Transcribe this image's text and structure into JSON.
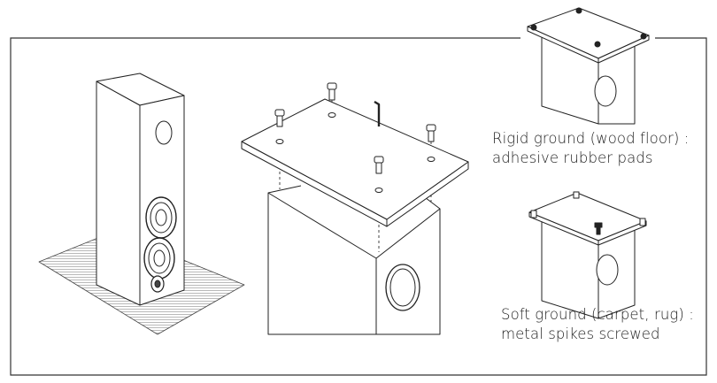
{
  "captions": {
    "rigid": {
      "line1": "Rigid ground (wood floor) :",
      "line2": "adhesive rubber pads"
    },
    "soft": {
      "line1": "Soft ground (carpet, rug) :",
      "line2": "metal spikes screwed"
    }
  },
  "colors": {
    "line": "#222222",
    "panel_fill": "#ffffff",
    "mat_fill": "#f1f1f1"
  }
}
